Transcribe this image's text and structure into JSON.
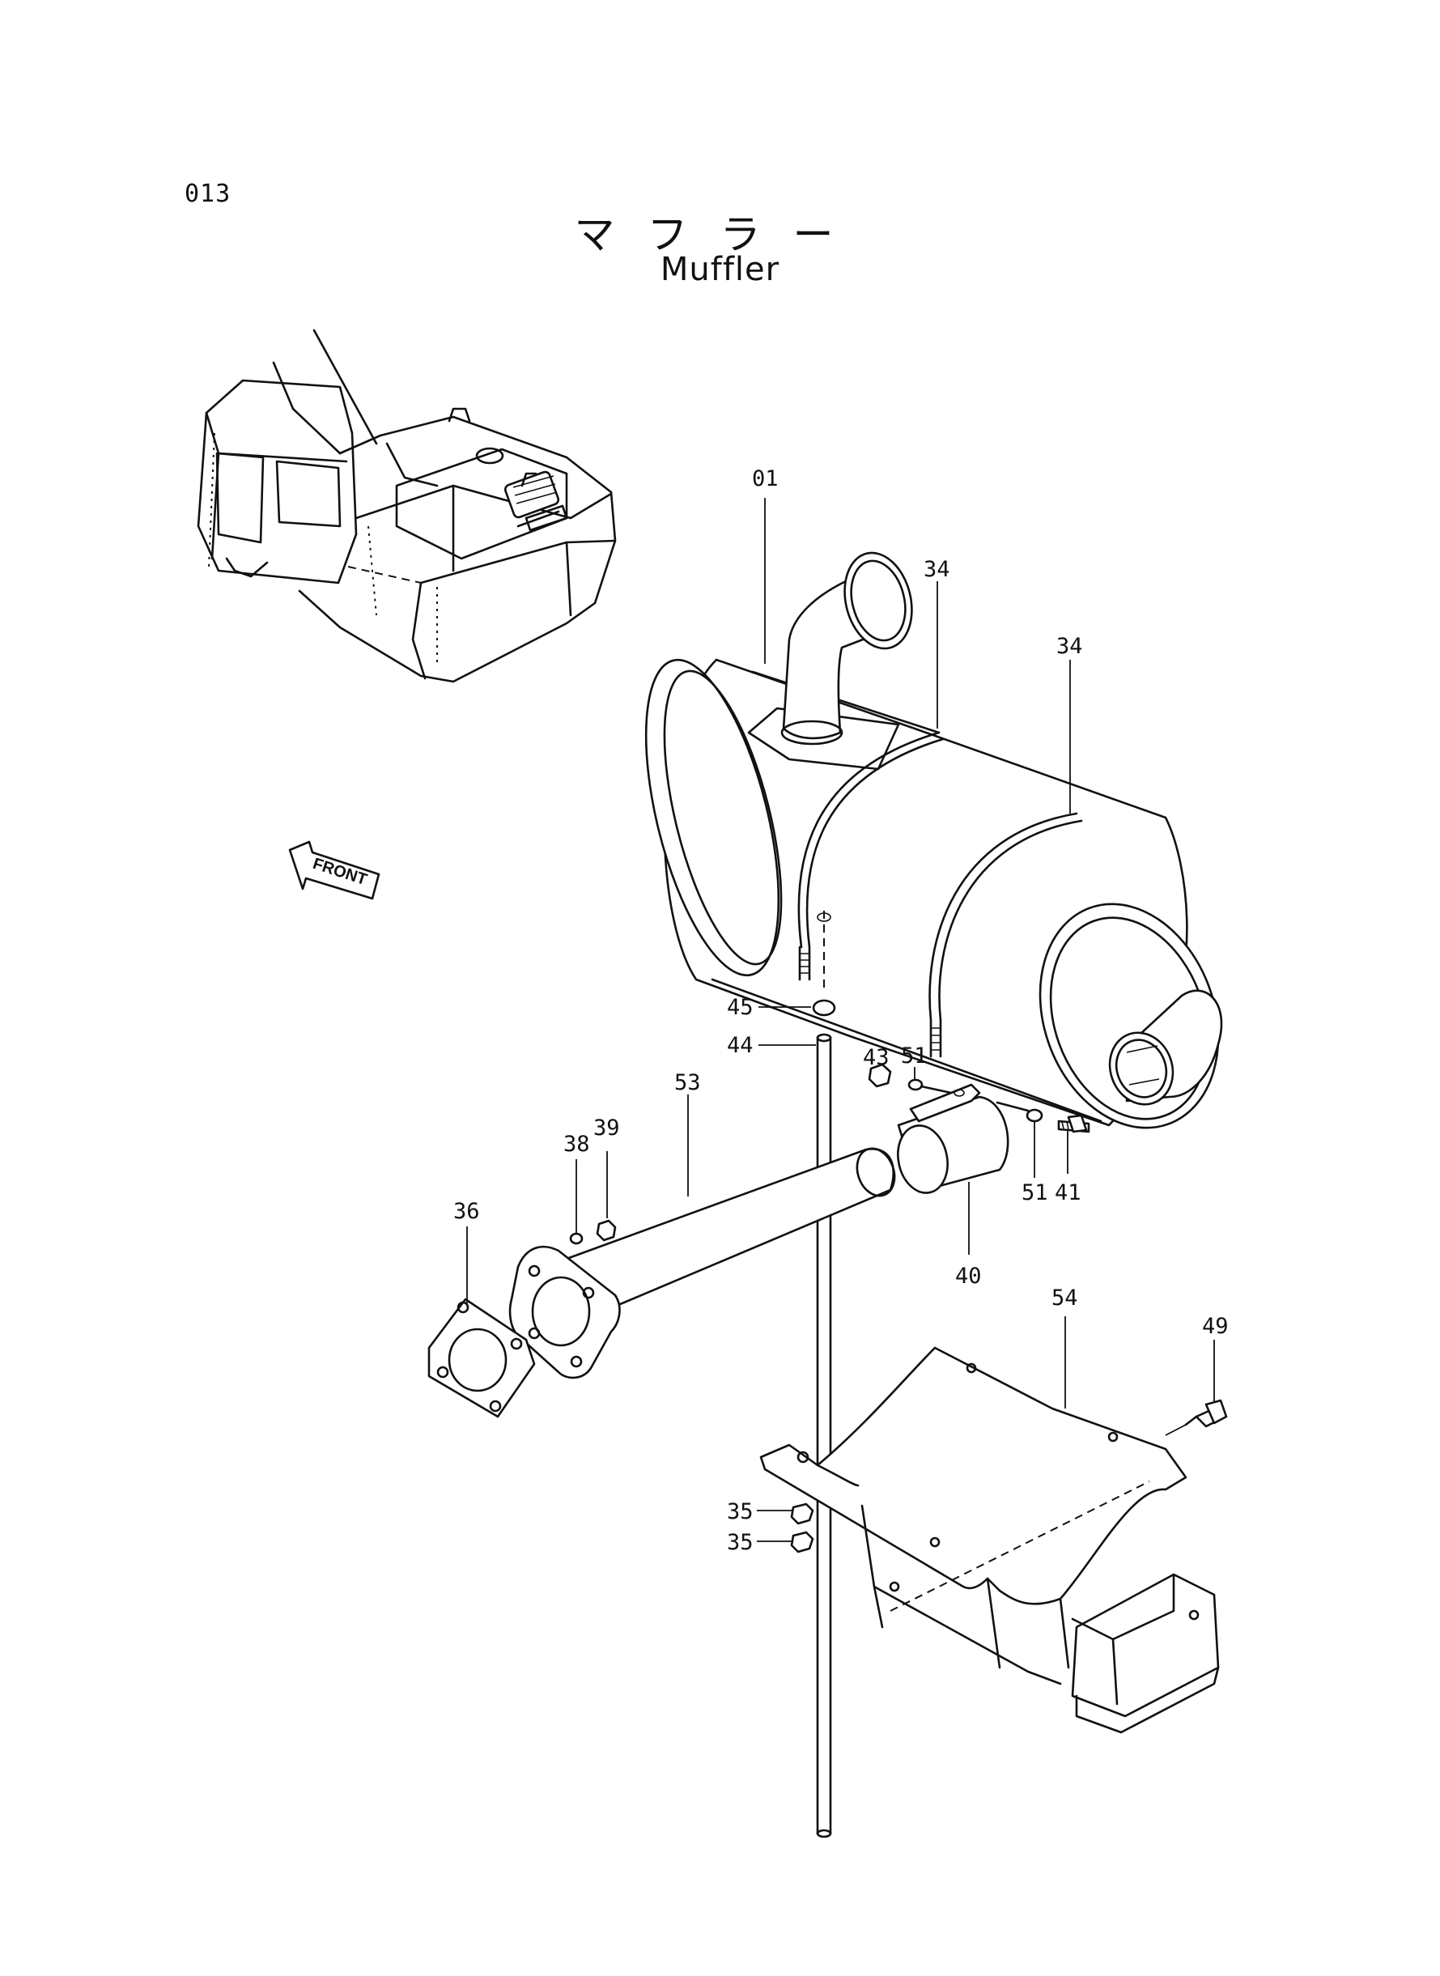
{
  "page_code": "013",
  "title_jp": "マフラー",
  "title_en": "Muffler",
  "front_label": "FRONT",
  "callouts": [
    "01",
    "34",
    "34",
    "45",
    "44",
    "43",
    "51",
    "51",
    "41",
    "40",
    "53",
    "39",
    "38",
    "36",
    "54",
    "49",
    "35",
    "35"
  ]
}
